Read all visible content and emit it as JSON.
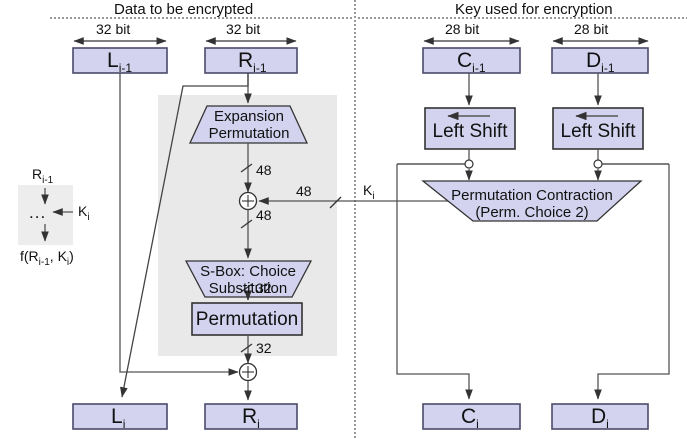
{
  "diagram": {
    "title_left": "Data to be encrypted",
    "title_right": "Key used for encryption",
    "bit_labels": {
      "left_data": "32 bit",
      "right_data": "32 bit",
      "left_key": "28 bit",
      "right_key": "28 bit"
    },
    "boxes": {
      "l_prev": "L",
      "l_prev_sub": "i-1",
      "r_prev": "R",
      "r_prev_sub": "i-1",
      "c_prev": "C",
      "c_prev_sub": "i-1",
      "d_prev": "D",
      "d_prev_sub": "i-1",
      "l_out": "L",
      "l_out_sub": "i",
      "r_out": "R",
      "r_out_sub": "i",
      "c_out": "C",
      "c_out_sub": "i",
      "d_out": "D",
      "d_out_sub": "i"
    },
    "shapes": {
      "expansion_line1": "Expansion",
      "expansion_line2": "Permutation",
      "sbox_line1": "S-Box: Choice",
      "sbox_line2": "Substitution",
      "permutation": "Permutation",
      "left_shift_1": "Left Shift",
      "left_shift_2": "Left Shift",
      "perm_contraction_line1": "Permutation Contraction",
      "perm_contraction_line2": "(Perm. Choice 2)"
    },
    "wire_widths": {
      "expansion_out": "48",
      "key_in": "48",
      "xor_out": "48",
      "sbox_out": "32",
      "perm_out": "32"
    },
    "key_label": "K",
    "key_label_sub": "i",
    "legend": {
      "input": "R",
      "input_sub": "i-1",
      "dots": "...",
      "key": "K",
      "key_sub": "i",
      "output": "f(R",
      "output_sub1": "i-1",
      "output_mid": ", K",
      "output_sub2": "i",
      "output_end": ")"
    },
    "colors": {
      "box_fill": "#d3d3ef",
      "box_stroke": "#4a4a6a",
      "shaded_region": "#e9e9e9",
      "line": "#555555",
      "text": "#111111"
    }
  }
}
